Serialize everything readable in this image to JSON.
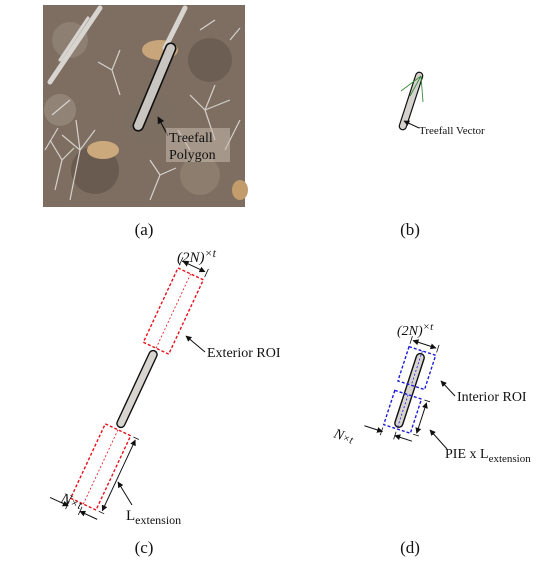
{
  "panels": {
    "a": {
      "caption": "(a)",
      "callout_line1": "Treefall",
      "callout_line2": "Polygon"
    },
    "b": {
      "caption": "(b)",
      "callout": "Treefall Vector"
    },
    "c": {
      "caption": "(c)",
      "width_label_base": "(2N)",
      "width_label_mult": "×t",
      "roi_label": "Exterior ROI",
      "offset_label_base": "N",
      "offset_label_mult": "×t",
      "extension_base": "L",
      "extension_sub": "extension"
    },
    "d": {
      "caption": "(d)",
      "width_label_base": "(2N)",
      "width_label_mult": "×t",
      "roi_label": "Interior ROI",
      "offset_label_base": "N",
      "offset_label_mult": "×t",
      "pie_label": "PIE x L",
      "pie_sub": "extension"
    }
  },
  "colors": {
    "exterior_roi": "#e8101a",
    "interior_roi": "#1c1cd8",
    "vector_green": "#3a8a3a",
    "photo_base": "#8a7a6c"
  }
}
